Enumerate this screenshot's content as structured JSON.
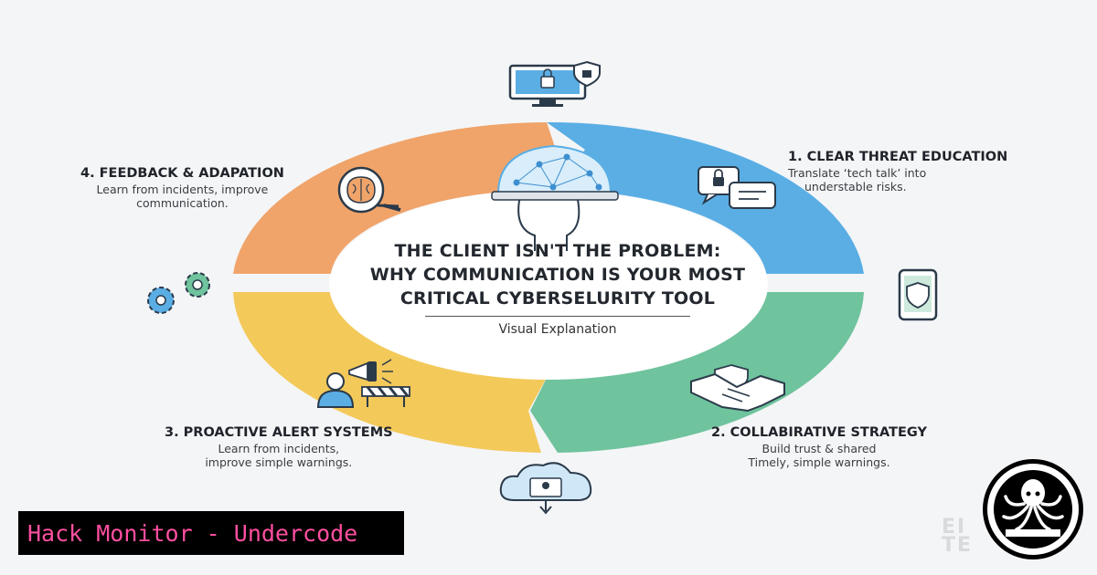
{
  "title": {
    "lines": [
      "THE CLIENT ISN'T THE PROBLEM:",
      "WHY COMMUNICATION IS YOUR MOST",
      "CRITICAL CYBERSELURITY TOOL"
    ],
    "subtitle": "Visual Explanation"
  },
  "steps": [
    {
      "title": "1. CLEAR THREAT EDUCATION",
      "desc": [
        "Translate ‘tech talk’ into",
        "understable risks."
      ]
    },
    {
      "title": "2. COLLABIRATIVE STRATEGY",
      "desc": [
        "Build trust & shared",
        "Timely, simple warnings."
      ]
    },
    {
      "title": "3. PROACTIVE ALERT SYSTEMS",
      "desc": [
        "Learn from incidents,",
        "improve simple warnings."
      ]
    },
    {
      "title": "4. FEEDBACK & ADAPATION",
      "desc": [
        "Learn from incidents, improve",
        "communication."
      ]
    }
  ],
  "colors": {
    "blue": "#5aaee4",
    "green": "#6fc39d",
    "yellow": "#f3c95a",
    "orange": "#f0a46a",
    "banner_text": "#ff4fa0"
  },
  "icons": [
    "monitor-lock-icon",
    "shield-icon",
    "chat-lock-icon",
    "phone-shield-icon",
    "handshake-icon",
    "cloud-upload-icon",
    "megaphone-icon",
    "person-icon",
    "barrier-icon",
    "gears-icon",
    "brain-search-icon",
    "head-dome-icon",
    "octopus-logo-icon"
  ],
  "banner": {
    "text": "Hack Monitor - Undercode"
  },
  "watermark": [
    "EI",
    "TE"
  ]
}
